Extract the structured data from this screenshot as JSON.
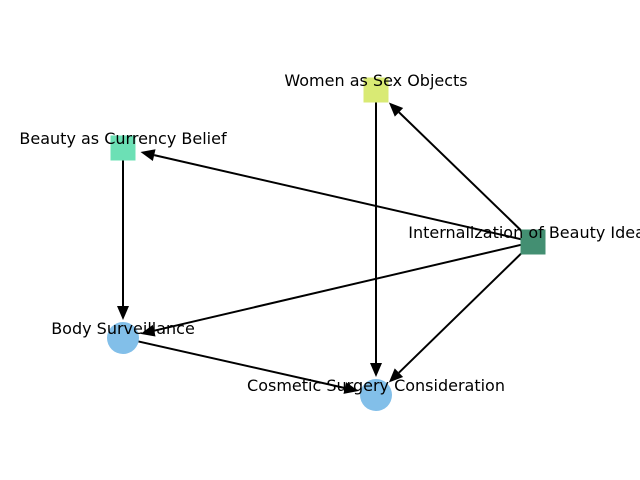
{
  "nodes": [
    {
      "id": "wso",
      "label": "Women as Sex Objects",
      "shape": "square",
      "color": "#d9ea74"
    },
    {
      "id": "bcb",
      "label": "Beauty as Currency Belief",
      "shape": "square",
      "color": "#6ce0b5"
    },
    {
      "id": "ibi",
      "label": "Internalization of Beauty Ideals",
      "shape": "square",
      "color": "#438f72"
    },
    {
      "id": "bs",
      "label": "Body Surveillance",
      "shape": "circle",
      "color": "#82bfe9"
    },
    {
      "id": "csc",
      "label": "Cosmetic Surgery Consideration",
      "shape": "circle",
      "color": "#82bfe9"
    }
  ],
  "edges": [
    {
      "from": "ibi",
      "to": "wso"
    },
    {
      "from": "ibi",
      "to": "bcb"
    },
    {
      "from": "ibi",
      "to": "bs"
    },
    {
      "from": "ibi",
      "to": "csc"
    },
    {
      "from": "wso",
      "to": "csc"
    },
    {
      "from": "bcb",
      "to": "bs"
    },
    {
      "from": "bs",
      "to": "csc"
    }
  ]
}
